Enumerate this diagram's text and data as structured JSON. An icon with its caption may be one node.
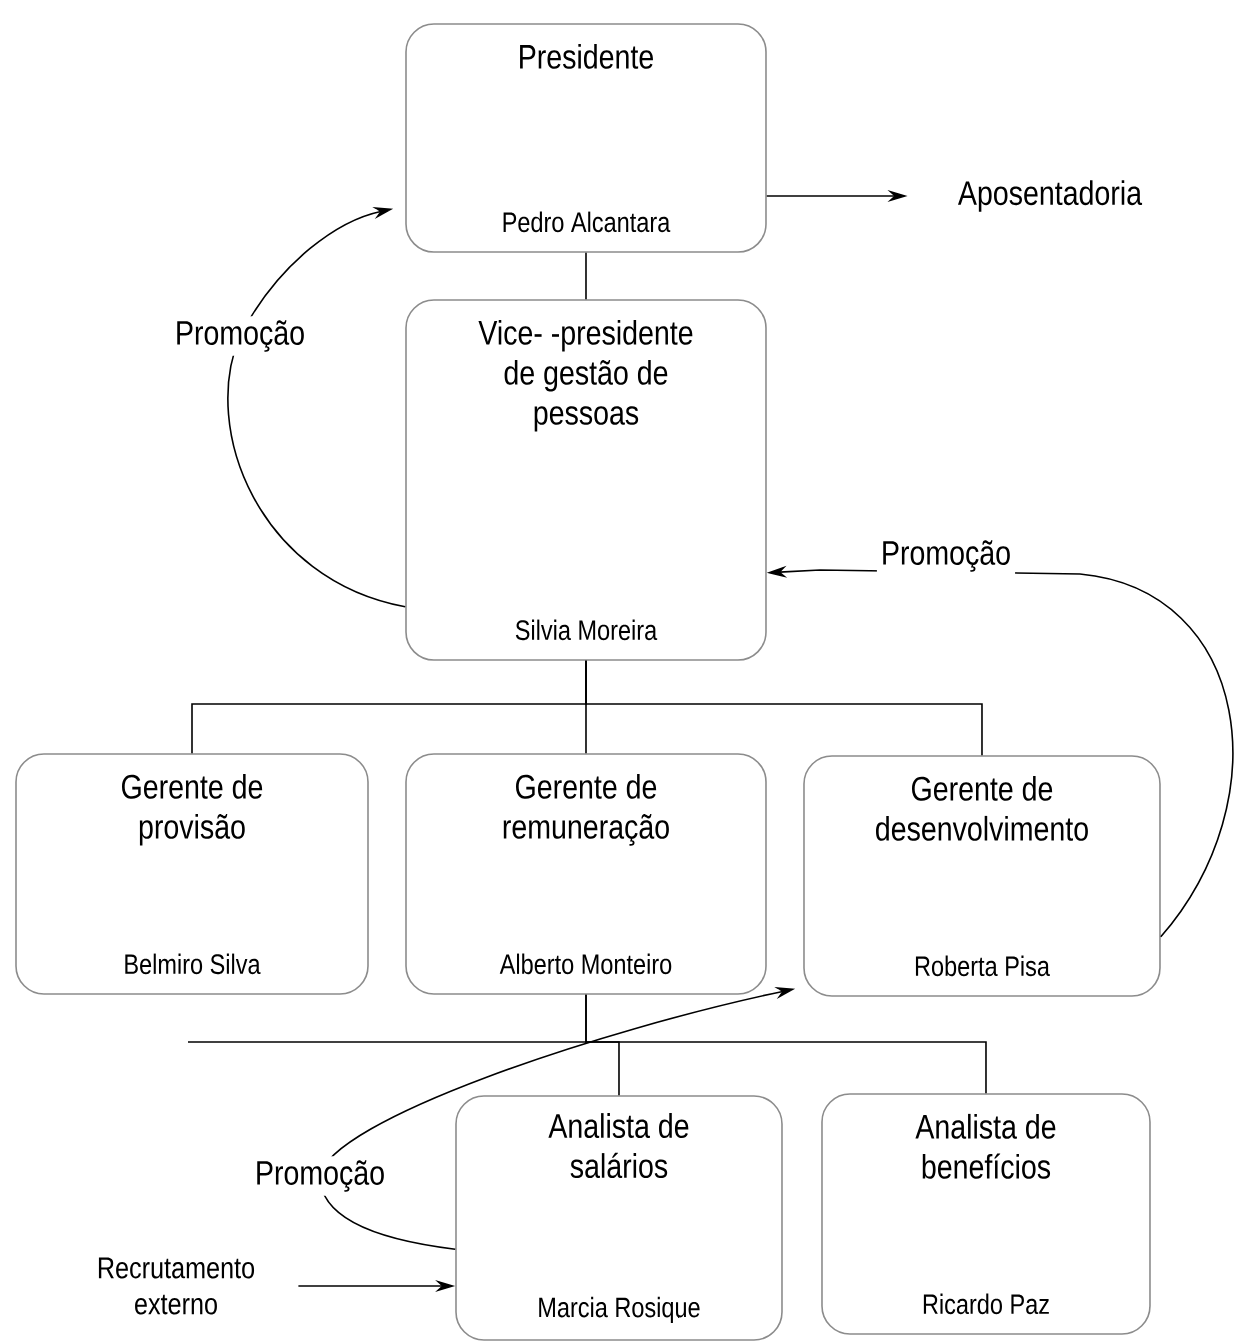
{
  "diagram": {
    "nodes": [
      {
        "text": [
          "Presidente",
          "Pedro Alcantara"
        ]
      },
      {
        "text": [
          "Aposentadoria"
        ]
      },
      {
        "text": [
          "Vice- -presidente de gestão de pessoas",
          "Silvia Moreira"
        ]
      },
      {
        "text": [
          "Gerente de provisão",
          "Belmiro Silva"
        ]
      },
      {
        "text": [
          "Gerente de remuneração",
          "Alberto Monteiro"
        ]
      },
      {
        "text": [
          "Gerente de desenvolvimento",
          "Roberta Pisa"
        ]
      },
      {
        "text": [
          "Analista de salários",
          "Marcia Rosique"
        ]
      },
      {
        "text": [
          "Analista de benefícios",
          "Ricardo Paz"
        ]
      },
      {
        "text": [
          "Recrutamento externo"
        ]
      }
    ],
    "edges": [
      {
        "from": 0,
        "to": 1,
        "arrow": "to"
      },
      {
        "from": 0,
        "to": 2,
        "arrow": "none"
      },
      {
        "from": 2,
        "to": 0,
        "arrow": "to",
        "label": "Promoção"
      },
      {
        "from": 2,
        "to": 3,
        "arrow": "none"
      },
      {
        "from": 2,
        "to": 4,
        "arrow": "none"
      },
      {
        "from": 2,
        "to": 5,
        "arrow": "none"
      },
      {
        "from": 5,
        "to": 2,
        "arrow": "to",
        "label": "Promoção"
      },
      {
        "from": 4,
        "to": 6,
        "arrow": "none"
      },
      {
        "from": 4,
        "to": 7,
        "arrow": "none"
      },
      {
        "from": 6,
        "to": 5,
        "arrow": "to",
        "label": "Promoção"
      },
      {
        "from": 8,
        "to": 6,
        "arrow": "to"
      }
    ]
  }
}
